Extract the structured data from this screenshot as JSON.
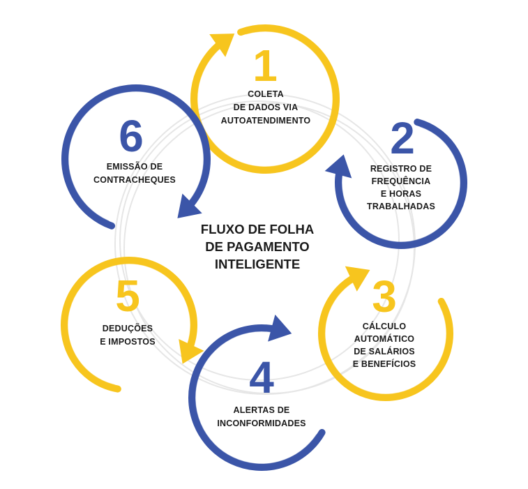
{
  "title_lines": [
    "FLUXO DE FOLHA",
    "DE PAGAMENTO",
    "INTELIGENTE"
  ],
  "colors": {
    "yellow": "#F7C51E",
    "blue": "#3B55A8",
    "text": "#1a1a1a",
    "background": "#ffffff"
  },
  "steps": [
    {
      "number": "1",
      "label_lines": [
        "COLETA",
        "DE DADOS VIA",
        "AUTOATENDIMENTO"
      ],
      "color": "#F7C51E"
    },
    {
      "number": "2",
      "label_lines": [
        "REGISTRO DE",
        "FREQUÊNCIA",
        "E HORAS",
        "TRABALHADAS"
      ],
      "color": "#3B55A8"
    },
    {
      "number": "3",
      "label_lines": [
        "CÁLCULO",
        "AUTOMÁTICO",
        "DE SALÁRIOS",
        "E BENEFÍCIOS"
      ],
      "color": "#F7C51E"
    },
    {
      "number": "4",
      "label_lines": [
        "ALERTAS DE",
        "INCONFORMIDADES"
      ],
      "color": "#3B55A8"
    },
    {
      "number": "5",
      "label_lines": [
        "DEDUÇÕES",
        "E IMPOSTOS"
      ],
      "color": "#F7C51E"
    },
    {
      "number": "6",
      "label_lines": [
        "EMISSÃO DE",
        "CONTRACHEQUES"
      ],
      "color": "#3B55A8"
    }
  ]
}
